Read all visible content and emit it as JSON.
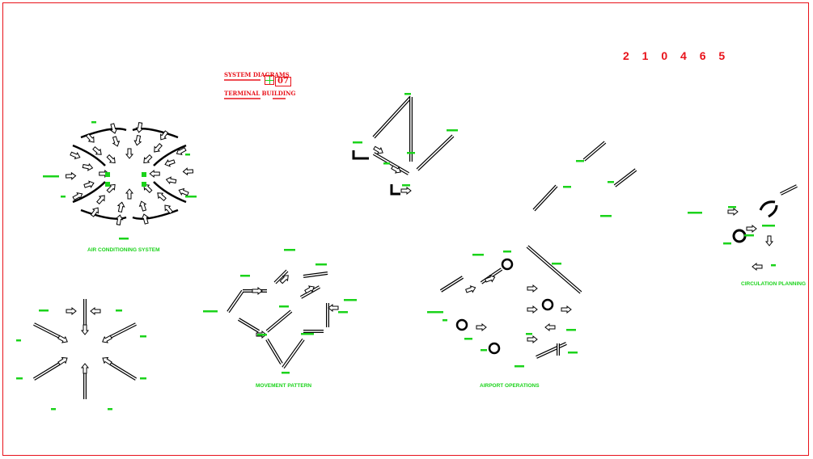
{
  "sheet": {
    "code": "2 1 0 4 6 5",
    "title_block": {
      "line1": "SYSTEM DIAGRAMS",
      "number": "07",
      "line2": "TERMINAL BUILDING"
    }
  },
  "diagrams": [
    {
      "caption": "AIR CONDITIONING SYSTEM"
    },
    {
      "caption": "MOVEMENT PATTERN"
    },
    {
      "caption": "AIRPORT OPERATIONS"
    },
    {
      "caption": "CIRCULATION PLANNING"
    }
  ],
  "colors": {
    "border": "#e8121a",
    "label": "#1bd31b",
    "linework": "#000000"
  }
}
